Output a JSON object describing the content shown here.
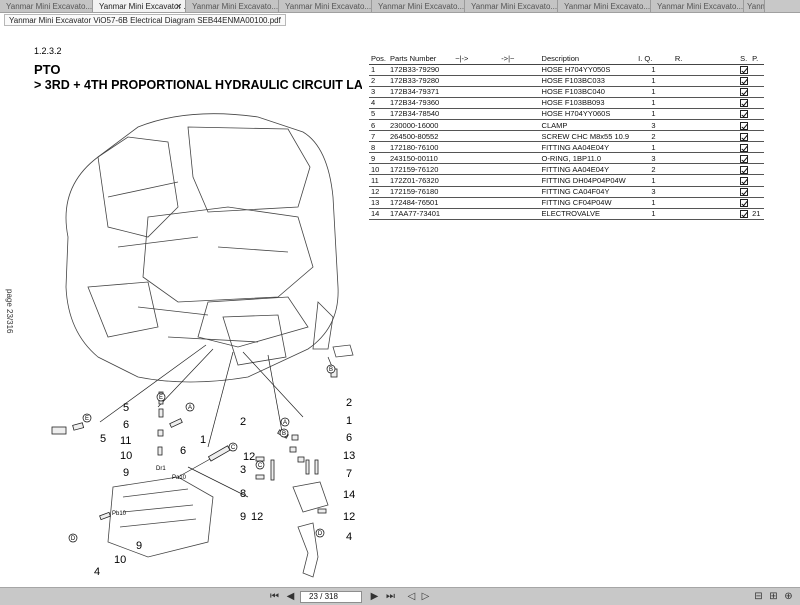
{
  "tabs": [
    {
      "label": "Yanmar Mini Excavato...",
      "active": false
    },
    {
      "label": "Yanmar Mini Excavator ...",
      "active": true
    },
    {
      "label": "Yanmar Mini Excavato...",
      "active": false
    },
    {
      "label": "Yanmar Mini Excavato...",
      "active": false
    },
    {
      "label": "Yanmar Mini Excavato...",
      "active": false
    },
    {
      "label": "Yanmar Mini Excavato...",
      "active": false
    },
    {
      "label": "Yanmar Mini Excavato...",
      "active": false
    },
    {
      "label": "Yanmar Mini Excavato...",
      "active": false
    },
    {
      "label": "Yanm",
      "active": false
    }
  ],
  "tooltip": "Yanmar Mini Excavator ViO57-6B Electrical Diagram SEB44ENMA00100.pdf",
  "document": {
    "section": "1.2.3.2",
    "title": "PTO",
    "subtitle": "> 3RD + 4TH PROPORTIONAL HYDRAULIC CIRCUIT LA",
    "page_label": "page 23/316"
  },
  "parts_table": {
    "headers": {
      "pos": "Pos.",
      "part_number": "Parts Number",
      "from": "~|->",
      "to": "->|~",
      "description": "Description",
      "qty": "I. Q.",
      "remark": "R.",
      "s": "S.",
      "p": "P."
    },
    "rows": [
      {
        "pos": "1",
        "part_number": "172B33-79290",
        "description": "HOSE H704YY050S",
        "qty": "1",
        "p": ""
      },
      {
        "pos": "2",
        "part_number": "172B33-79280",
        "description": "HOSE F103BC033",
        "qty": "1",
        "p": ""
      },
      {
        "pos": "3",
        "part_number": "172B34-79371",
        "description": "HOSE F103BC040",
        "qty": "1",
        "p": ""
      },
      {
        "pos": "4",
        "part_number": "172B34-79360",
        "description": "HOSE F103BB093",
        "qty": "1",
        "p": ""
      },
      {
        "pos": "5",
        "part_number": "172B34-78540",
        "description": "HOSE H704YY060S",
        "qty": "1",
        "p": ""
      },
      {
        "pos": "6",
        "part_number": "230000-16000",
        "description": "CLAMP",
        "qty": "3",
        "p": ""
      },
      {
        "pos": "7",
        "part_number": "264500-80552",
        "description": "SCREW CHC M8x55 10.9",
        "qty": "2",
        "p": ""
      },
      {
        "pos": "8",
        "part_number": "172180-76100",
        "description": "FITTING AA04E04Y",
        "qty": "1",
        "p": ""
      },
      {
        "pos": "9",
        "part_number": "243150-00110",
        "description": "O-RING, 1BP11.0",
        "qty": "3",
        "p": ""
      },
      {
        "pos": "10",
        "part_number": "172159-76120",
        "description": "FITTING AA04E04Y",
        "qty": "2",
        "p": ""
      },
      {
        "pos": "11",
        "part_number": "172Z01-76320",
        "description": "FITTING DH04P04P04W",
        "qty": "1",
        "p": ""
      },
      {
        "pos": "12",
        "part_number": "172159-76180",
        "description": "FITTING CA04F04Y",
        "qty": "3",
        "p": ""
      },
      {
        "pos": "13",
        "part_number": "172484-76501",
        "description": "FITTING CF04P04W",
        "qty": "1",
        "p": ""
      },
      {
        "pos": "14",
        "part_number": "17AA77-73401",
        "description": "ELECTROVALVE",
        "qty": "1",
        "p": "21"
      }
    ]
  },
  "diagram": {
    "callout_letters": [
      "A",
      "B",
      "C",
      "D",
      "E"
    ],
    "port_labels": [
      "Dr1",
      "Pa10",
      "Pb10"
    ],
    "numbers": [
      "1",
      "2",
      "3",
      "4",
      "5",
      "6",
      "7",
      "8",
      "9",
      "10",
      "11",
      "12",
      "13",
      "14"
    ]
  },
  "toolbar": {
    "page_value": "23 / 318"
  }
}
